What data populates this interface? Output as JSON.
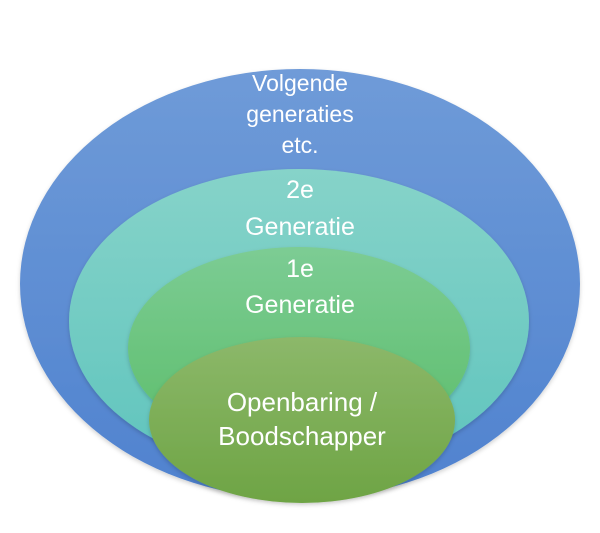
{
  "diagram": {
    "rings": [
      {
        "name": "outer",
        "lines": [
          "Volgende",
          "generaties",
          "etc."
        ],
        "color_top": "#6f9bd8",
        "color_bottom": "#4f82cf"
      },
      {
        "name": "second",
        "lines": [
          "2e",
          "Generatie"
        ],
        "color_top": "#86d3c9",
        "color_bottom": "#5fc4bd"
      },
      {
        "name": "first",
        "lines": [
          "1e",
          "Generatie"
        ],
        "color_top": "#7ccc94",
        "color_bottom": "#5cbd6a"
      },
      {
        "name": "core",
        "lines": [
          "Openbaring /",
          "Boodschapper"
        ],
        "color_top": "#8cb86a",
        "color_bottom": "#6ea444"
      }
    ]
  }
}
